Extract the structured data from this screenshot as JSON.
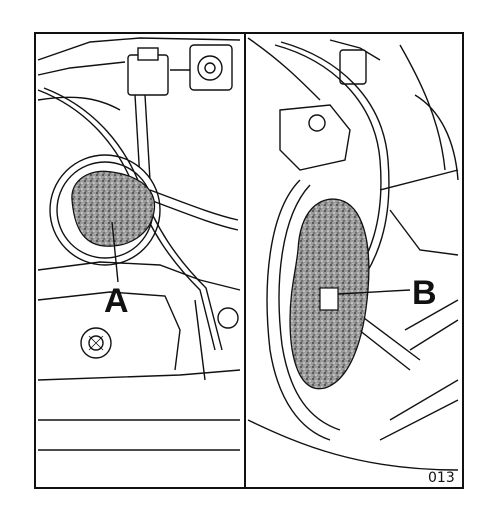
{
  "figure": {
    "left_panel_label": "A",
    "right_panel_label": "B",
    "figure_number": "013"
  }
}
